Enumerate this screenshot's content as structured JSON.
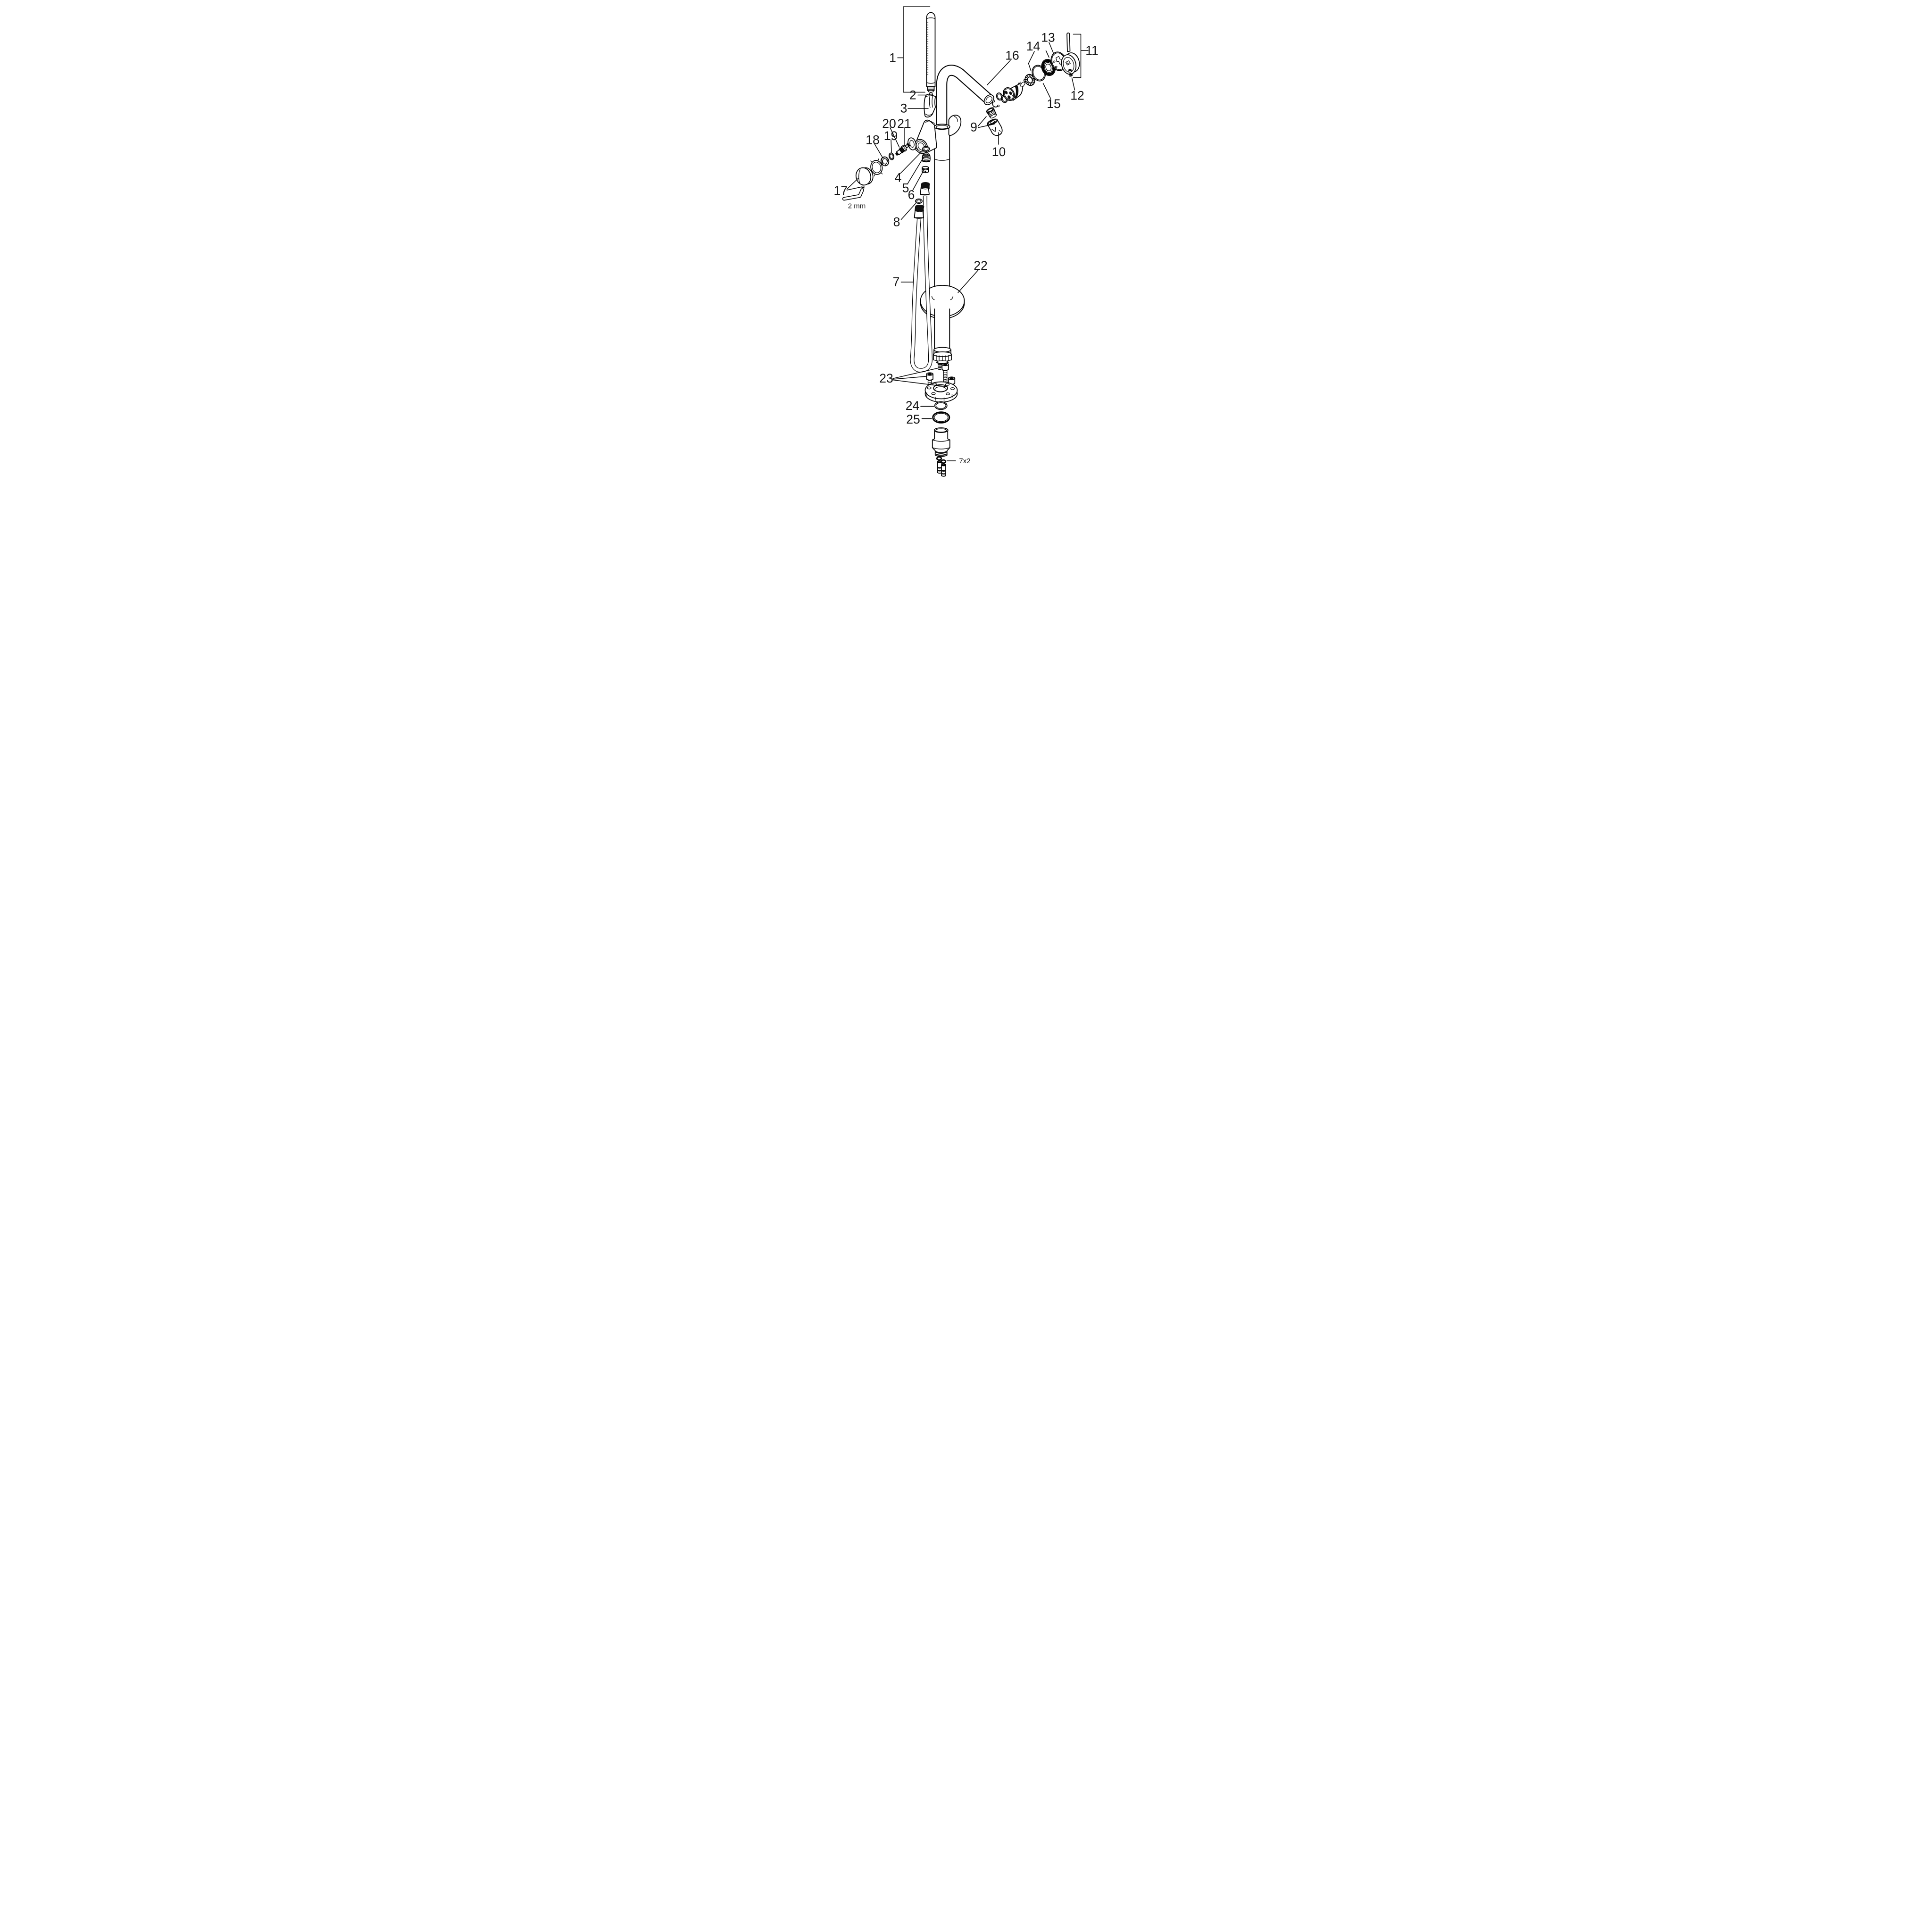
{
  "diagram": {
    "kind": "exploded-parts-diagram",
    "subject": "floor-standing single-lever bath mixer with stick hand shower",
    "background_color": "#ffffff",
    "line_color": "#000000"
  },
  "callouts": {
    "c1": "1",
    "c2": "2",
    "c3": "3",
    "c4": "4",
    "c5": "5",
    "c6": "6",
    "c7": "7",
    "c8": "8",
    "c9": "9",
    "c10": "10",
    "c11": "11",
    "c12": "12",
    "c13": "13",
    "c14": "14",
    "c15": "15",
    "c16": "16",
    "c17": "17",
    "c18": "18",
    "c19": "19",
    "c20": "20",
    "c21": "21",
    "c22": "22",
    "c23": "23",
    "c24": "24",
    "c25": "25",
    "hex_key_size": "2 mm",
    "gasket_qty": "7x2"
  }
}
